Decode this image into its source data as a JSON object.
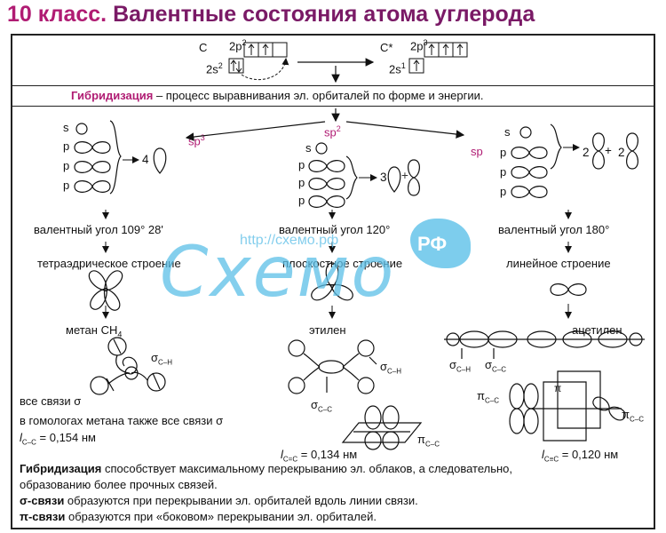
{
  "title": {
    "grade": "10 класс.",
    "text": "Валентные состояния атома углерода"
  },
  "ground_state": {
    "atom": "C",
    "p": "2p",
    "p_exp": "2",
    "s": "2s",
    "s_exp": "2"
  },
  "excited_state": {
    "atom": "C*",
    "p": "2p",
    "p_exp": "3",
    "s": "2s",
    "s_exp": "1"
  },
  "definition": {
    "term": "Гибридизация",
    "text": " – процесс выравнивания эл. орбиталей по форме и энергии."
  },
  "columns": {
    "sp3": {
      "label": "sp",
      "label_exp": "3",
      "orbitals": [
        "s",
        "p",
        "p",
        "p"
      ],
      "count": "4",
      "angle": "валентный угол 109° 28'",
      "structure": "тетраэдрическое строение",
      "example": "метан CH",
      "example_sub": "4",
      "sigma_label": "σ",
      "sigma_sub": "C–H",
      "note1": "все связи σ",
      "note2": "в гомологах метана также все связи σ",
      "length_l": "l",
      "length_sub": "C–C",
      "length_val": " = 0,154 нм"
    },
    "sp2": {
      "label": "sp",
      "label_exp": "2",
      "orbitals": [
        "s",
        "p",
        "p",
        "p"
      ],
      "count": "3",
      "plus": "+",
      "angle": "валентный угол 120°",
      "structure": "плоскостное строение",
      "example": "этилен",
      "sigma_ch": "σ",
      "sigma_ch_sub": "C–H",
      "sigma_cc": "σ",
      "sigma_cc_sub": "C–C",
      "pi": "π",
      "pi_sub": "C–C",
      "length_l": "l",
      "length_sub": "C=C",
      "length_val": " = 0,134 нм"
    },
    "sp": {
      "label": "sp",
      "orbitals": [
        "s",
        "p",
        "p",
        "p"
      ],
      "count_a": "2",
      "plus": "+",
      "count_b": "2",
      "angle": "валентный угол 180°",
      "structure": "линейное строение",
      "example": "ацетилен",
      "sigma_ch": "σ",
      "sigma_ch_sub": "C–H",
      "sigma_cc": "σ",
      "sigma_cc_sub": "C–C",
      "pi_a": "π",
      "pi_a_sub": "C–C",
      "pi_b": "π",
      "pi_c": "π",
      "pi_c_sub": "C–C",
      "length_l": "l",
      "length_sub": "C≡C",
      "length_val": " = 0,120 нм"
    }
  },
  "footer": {
    "line1_term": "Гибридизация",
    "line1_text": " способствует максимальному перекрыванию эл. облаков, а следовательно,",
    "line2": "образованию более прочных связей.",
    "line3_term": "σ-связи",
    "line3_text": " образуются при перекрывании эл. орбиталей вдоль линии связи.",
    "line4_term": "π-связи",
    "line4_text": " образуются при «боковом» перекрывании эл. орбиталей."
  },
  "watermark": {
    "url": "http://схемо.рф",
    "big": "Схемо",
    "rf": "РФ"
  },
  "colors": {
    "accent": "#b01c73",
    "title": "#7a1a66",
    "watermark": "#5cc0e8"
  }
}
